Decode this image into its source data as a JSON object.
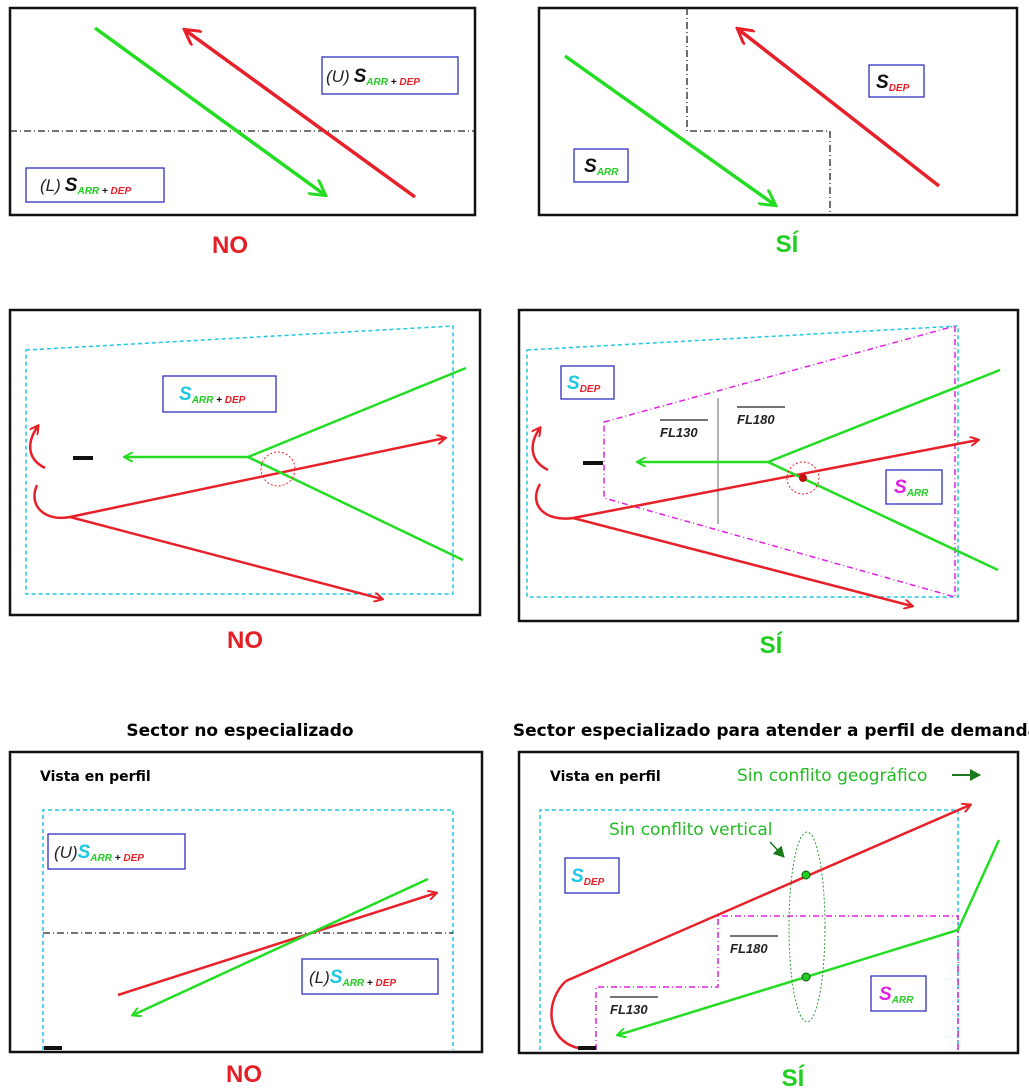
{
  "verdicts": {
    "no": "NO",
    "yes": "SÍ"
  },
  "colors": {
    "red_arrow": "#e8202a",
    "green_arrow": "#22dd22",
    "cyan_boundary": "#1ec8e0",
    "magenta_boundary": "#e020e0",
    "label_box_border": "#3030c0",
    "no_text": "#e31e24",
    "si_text": "#1fcf1f",
    "note_text": "#22bb22"
  },
  "labels": {
    "s": "S",
    "arr": "ARR",
    "dep": "DEP",
    "plus": " + ",
    "upper_prefix": "(U)",
    "lower_prefix": "(L)",
    "fl130": "FL130",
    "fl180": "FL180"
  },
  "headings": {
    "left": "Sector no especializado",
    "right": "Sector especializado para atender a perfil de demanda"
  },
  "profile_view": "Vista en perfil",
  "notes": {
    "no_geo_conflict": "Sin conflito geográfico",
    "no_vertical_conflict": "Sin conflito vertical"
  }
}
